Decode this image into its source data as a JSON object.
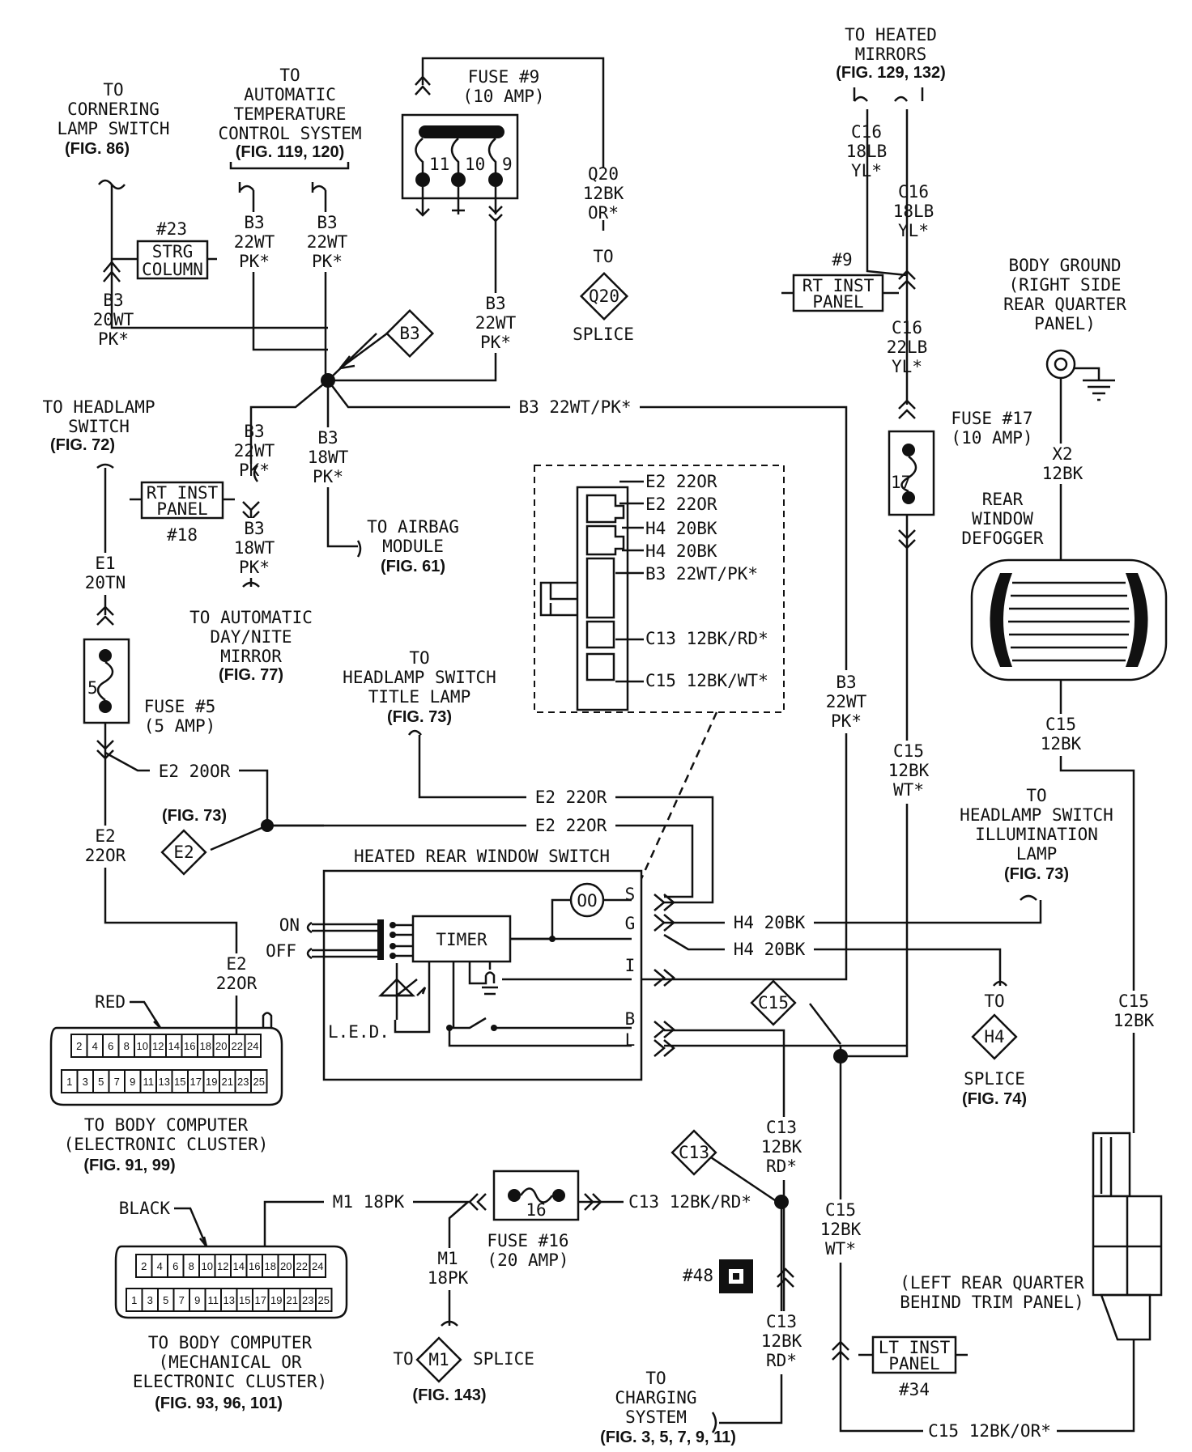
{
  "cornering": {
    "line1": "TO",
    "line2": "CORNERING",
    "line3": "LAMP SWITCH",
    "fig": "(FIG. 86)"
  },
  "atc": {
    "line1": "TO",
    "line2": "AUTOMATIC",
    "line3": "TEMPERATURE",
    "line4": "CONTROL SYSTEM",
    "fig": "(FIG. 119, 120)"
  },
  "fuse9": {
    "line1": "FUSE #9",
    "line2": "(10 AMP)",
    "p11": "11",
    "p10": "10",
    "p9": "9"
  },
  "q20": {
    "l1": "Q20",
    "l2": "12BK",
    "l3": "OR*",
    "to": "TO",
    "splice_id": "Q20",
    "splice": "SPLICE"
  },
  "heated_mirrors": {
    "line1": "TO HEATED",
    "line2": "MIRRORS",
    "fig": "(FIG. 129, 132)"
  },
  "c16a": {
    "l1": "C16",
    "l2": "18LB",
    "l3": "YL*"
  },
  "c16b": {
    "l1": "C16",
    "l2": "18LB",
    "l3": "YL*"
  },
  "c16c": {
    "l1": "C16",
    "l2": "22LB",
    "l3": "YL*"
  },
  "conn9": {
    "num": "#9",
    "l1": "RT INST",
    "l2": "PANEL"
  },
  "body_ground": {
    "l1": "BODY GROUND",
    "l2": "(RIGHT SIDE",
    "l3": "REAR QUARTER",
    "l4": "PANEL)"
  },
  "strg": {
    "num": "#23",
    "l1": "STRG",
    "l2": "COLUMN"
  },
  "b3_left": {
    "l1": "B3",
    "l2": "20WT",
    "l3": "PK*"
  },
  "b3_atc1": {
    "l1": "B3",
    "l2": "22WT",
    "l3": "PK*"
  },
  "b3_atc2": {
    "l1": "B3",
    "l2": "22WT",
    "l3": "PK*"
  },
  "b3_fuse": {
    "l1": "B3",
    "l2": "22WT",
    "l3": "PK*"
  },
  "b3_splice": "B3",
  "b3_horiz": "B3 22WT/PK*",
  "headlamp_switch": {
    "l1": "TO HEADLAMP",
    "l2": "SWITCH",
    "fig": "(FIG. 72)"
  },
  "conn18": {
    "l1": "RT INST",
    "l2": "PANEL",
    "num": "#18"
  },
  "b3_down1": {
    "l1": "B3",
    "l2": "22WT",
    "l3": "PK*"
  },
  "b3_down2": {
    "l1": "B3",
    "l2": "18WT",
    "l3": "PK*"
  },
  "b3_airbag": {
    "l1": "B3",
    "l2": "18WT",
    "l3": "PK*"
  },
  "airbag": {
    "l1": "TO AIRBAG",
    "l2": "MODULE",
    "fig": "(FIG. 61)"
  },
  "daynite": {
    "l1": "TO AUTOMATIC",
    "l2": "DAY/NITE",
    "l3": "MIRROR",
    "fig": "(FIG. 77)"
  },
  "fuse17": {
    "l1": "FUSE #17",
    "l2": "(10 AMP)",
    "num": "17"
  },
  "x2": {
    "l1": "X2",
    "l2": "12BK"
  },
  "defogger": {
    "l1": "REAR",
    "l2": "WINDOW",
    "l3": "DEFOGGER"
  },
  "inset_pins": [
    "E2 22OR",
    "E2 22OR",
    "H4 20BK",
    "H4 20BK",
    "B3 22WT/PK*",
    "C13 12BK/RD*",
    "C15 12BK/WT*"
  ],
  "e1": {
    "l1": "E1",
    "l2": "20TN"
  },
  "fuse5": {
    "num": "5",
    "l1": "FUSE #5",
    "l2": "(5 AMP)"
  },
  "e2_200r": "E2 20OR",
  "e2_left": {
    "l1": "E2",
    "l2": "22OR"
  },
  "fig73_e2": "(FIG. 73)",
  "e2_splice": "E2",
  "title_lamp": {
    "l1": "TO",
    "l2": "HEADLAMP SWITCH",
    "l3": "TITLE LAMP",
    "fig": "(FIG. 73)"
  },
  "e2_w1": "E2 22OR",
  "e2_w2": "E2 22OR",
  "b3_right": {
    "l1": "B3",
    "l2": "22WT",
    "l3": "PK*"
  },
  "c15_wt": {
    "l1": "C15",
    "l2": "12BK",
    "l3": "WT*"
  },
  "c15_top": {
    "l1": "C15",
    "l2": "12BK"
  },
  "illum": {
    "l1": "TO",
    "l2": "HEADLAMP SWITCH",
    "l3": "ILLUMINATION",
    "l4": "LAMP",
    "fig": "(FIG. 73)"
  },
  "switch": {
    "title": "HEATED REAR WINDOW SWITCH",
    "on": "ON",
    "off": "OFF",
    "timer": "TIMER",
    "led": "L.E.D.",
    "pins": [
      "S",
      "G",
      "I",
      "B",
      "L"
    ]
  },
  "h4_w1": "H4 20BK",
  "h4_w2": "H4 20BK",
  "h4_splice": {
    "to": "TO",
    "id": "H4",
    "l1": "SPLICE",
    "fig": "(FIG. 74)"
  },
  "c15_splice": "C15",
  "c15_right": {
    "l1": "C15",
    "l2": "12BK"
  },
  "body_comp1": {
    "color": "RED",
    "top_pins": [
      "2",
      "4",
      "6",
      "8",
      "10",
      "12",
      "14",
      "16",
      "18",
      "20",
      "22",
      "24"
    ],
    "bottom_pins": [
      "1",
      "3",
      "5",
      "7",
      "9",
      "11",
      "13",
      "15",
      "17",
      "19",
      "21",
      "23",
      "25"
    ],
    "l1": "TO BODY COMPUTER",
    "l2": "(ELECTRONIC CLUSTER)",
    "fig": "(FIG. 91, 99)"
  },
  "e2_bc": {
    "l1": "E2",
    "l2": "22OR"
  },
  "c13_splice": "C13",
  "c13_a": {
    "l1": "C13",
    "l2": "12BK",
    "l3": "RD*"
  },
  "c13_b": {
    "l1": "C13",
    "l2": "12BK",
    "l3": "RD*"
  },
  "c13_wire": "C13 12BK/RD*",
  "m1_wire": "M1 18PK",
  "fuse16": {
    "num": "16",
    "l1": "FUSE #16",
    "l2": "(20 AMP)"
  },
  "m1_down": {
    "l1": "M1",
    "l2": "18PK"
  },
  "m1_splice": {
    "to": "TO",
    "id": "M1",
    "l1": "SPLICE",
    "fig": "(FIG. 143)"
  },
  "conn48": "#48",
  "charging": {
    "l1": "TO",
    "l2": "CHARGING",
    "l3": "SYSTEM",
    "fig": "(FIG. 3, 5, 7, 9, 11)"
  },
  "c15_wt2": {
    "l1": "C15",
    "l2": "12BK",
    "l3": "WT*"
  },
  "lt_inst": {
    "l1": "LT INST",
    "l2": "PANEL",
    "num": "#34"
  },
  "c15_or": "C15 12BK/OR*",
  "left_rear": {
    "l1": "(LEFT REAR QUARTER",
    "l2": "BEHIND TRIM PANEL)"
  },
  "body_comp2": {
    "color": "BLACK",
    "top_pins": [
      "2",
      "4",
      "6",
      "8",
      "10",
      "12",
      "14",
      "16",
      "18",
      "20",
      "22",
      "24"
    ],
    "bottom_pins": [
      "1",
      "3",
      "5",
      "7",
      "9",
      "11",
      "13",
      "15",
      "17",
      "19",
      "21",
      "23",
      "25"
    ],
    "l1": "TO BODY COMPUTER",
    "l2": "(MECHANICAL OR",
    "l3": "ELECTRONIC CLUSTER)",
    "fig": "(FIG. 93, 96, 101)"
  }
}
